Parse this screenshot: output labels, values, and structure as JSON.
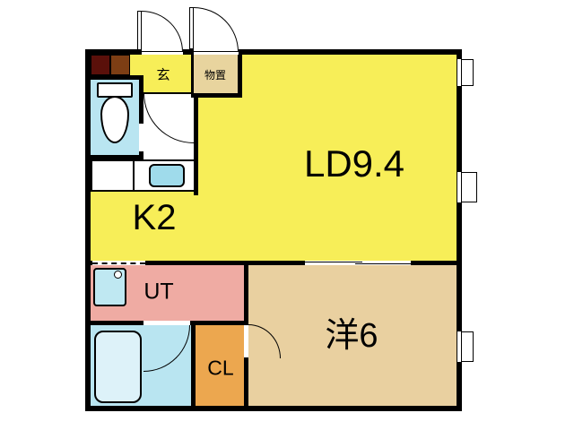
{
  "plan_title": "apartment-floor-plan",
  "rooms": {
    "ld": {
      "label": "LD9.4",
      "color": "#f7ee58"
    },
    "kitchen": {
      "label": "K2",
      "color": "#f7ee58"
    },
    "genkan": {
      "label": "玄",
      "color": "#f7ee58"
    },
    "storage": {
      "label": "物置",
      "color": "#e8d49e"
    },
    "ut": {
      "label": "UT",
      "color": "#efaba3"
    },
    "western": {
      "label": "洋6",
      "color": "#e9d0a0"
    },
    "closet": {
      "label": "CL",
      "color": "#eca74f"
    },
    "toilet_room": {
      "color": "#b9e5f1"
    },
    "bath": {
      "color": "#b9e5f1"
    }
  },
  "fixtures": {
    "toilet": "toilet",
    "bathtub": "bathtub",
    "kitchen_sink": "kitchen-sink",
    "washing_machine": "washing-machine",
    "shoe_cabinet_dark": "shoe-cabinet",
    "shoe_cabinet_brown": "shoe-cabinet"
  },
  "colors": {
    "wall": "#000000",
    "background": "#ffffff",
    "cabinet_dark": "#5a100a",
    "cabinet_brown": "#7d3e14",
    "fixture_blue": "#bfe8f2",
    "sink_blue": "#9fdbeb",
    "tub_inner": "#ddf2f9"
  }
}
